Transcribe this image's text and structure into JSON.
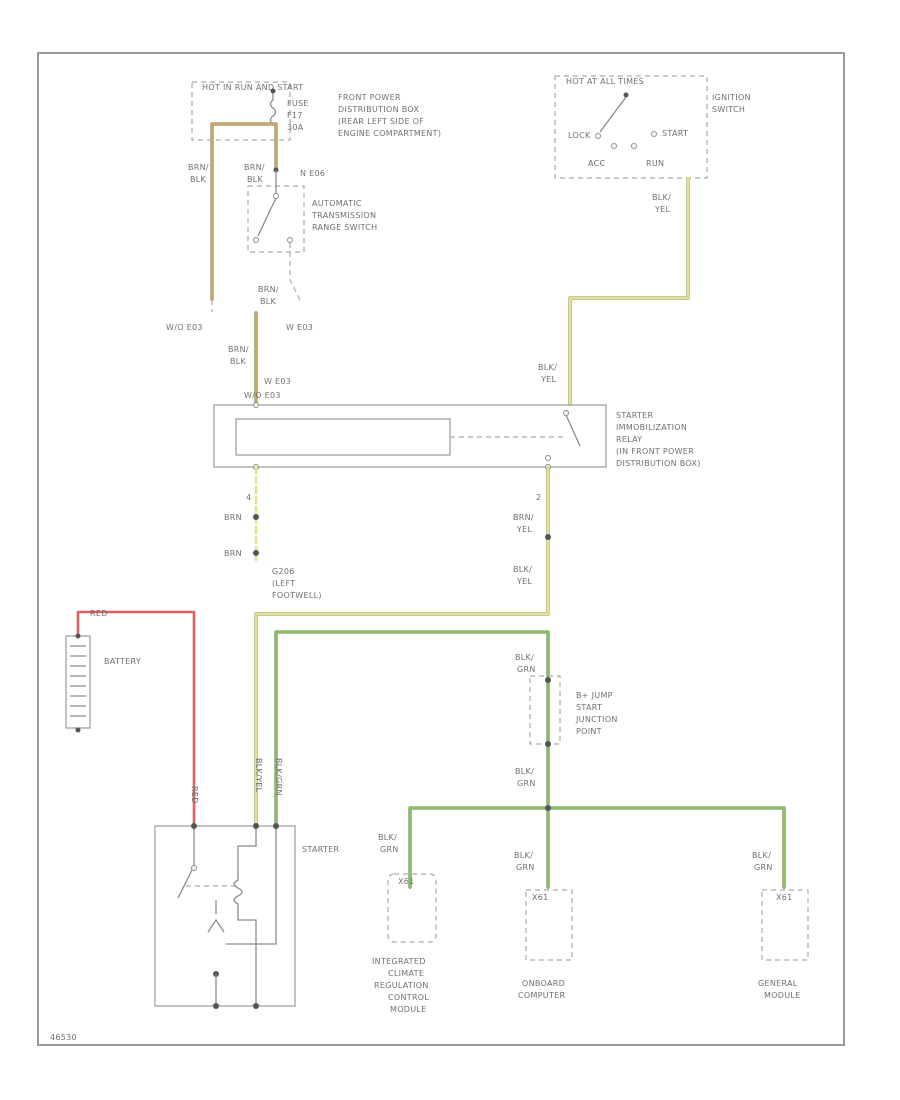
{
  "colors": {
    "brown": "#c9a862",
    "yellow": "#e6e487",
    "green": "#86c25a",
    "red": "#e06060",
    "line": "#9a9a9a"
  },
  "icons": [
    "switch-icon",
    "battery-icon",
    "ground-icon",
    "connector-icon",
    "splice-dot-icon"
  ],
  "hot_label": "HOT IN RUN AND START",
  "fuse": {
    "l1": "FUSE",
    "l2": "F17",
    "l3": "30A"
  },
  "front_power_dist": {
    "l1": "FRONT POWER",
    "l2": "DISTRIBUTION BOX",
    "l3": "(REAR LEFT SIDE OF",
    "l4": "ENGINE COMPARTMENT)"
  },
  "hot_at_all_times": "HOT AT ALL TIMES",
  "ignition_switch": {
    "l1": "IGNITION",
    "l2": "SWITCH",
    "lock": "LOCK",
    "acc": "ACC",
    "run": "RUN",
    "start": "START"
  },
  "ig_wire": {
    "color1": "BLK/",
    "color2": "YEL"
  },
  "brn_blk_left": {
    "c1": "BRN/",
    "c2": "BLK"
  },
  "brn_blk_mid": {
    "c1": "BRN/",
    "c2": "BLK"
  },
  "conn_n_e06": "N E06",
  "trans_switch": {
    "l1": "AUTOMATIC",
    "l2": "TRANSMISSION",
    "l3": "RANGE SWITCH"
  },
  "wire_brn_blk_3": {
    "c1": "BRN/",
    "c2": "BLK"
  },
  "conn_w_e03": "W/O E03",
  "conn_w_e03b": "W E03",
  "wire_brn_blk_4": {
    "c1": "BRN/",
    "c2": "BLK"
  },
  "conn_w_e03c": "W E03",
  "conn_wo_e03": "W/O E03",
  "blk_yel_relay": {
    "c1": "BLK/",
    "c2": "YEL"
  },
  "relay": {
    "l1": "STARTER",
    "l2": "IMMOBILIZATION",
    "l3": "RELAY",
    "l4": "(IN FRONT POWER",
    "l5": "DISTRIBUTION BOX)"
  },
  "pin_4": "4",
  "pin_2": "2",
  "brn_label": "BRN",
  "brn_label2": "BRN",
  "brn_yel": {
    "c1": "BRN/",
    "c2": "YEL"
  },
  "ground_g206": {
    "l1": "G206",
    "l2": "(LEFT",
    "l3": "FOOTWELL)"
  },
  "blk_yel_lower": {
    "c1": "BLK/",
    "c2": "YEL"
  },
  "battery": {
    "label": "BATTERY",
    "wire_top": "RED",
    "wire_bottom": "RED"
  },
  "starter_wires": {
    "w1": "BLK/YEL",
    "w2": "BLK/GRN"
  },
  "blk_grn_upper": {
    "c1": "BLK/",
    "c2": "GRN"
  },
  "jump_start": {
    "l1": "B+ JUMP",
    "l2": "START",
    "l3": "JUNCTION",
    "l4": "POINT"
  },
  "blk_grn_mid": {
    "c1": "BLK/",
    "c2": "GRN"
  },
  "starter_label": "STARTER",
  "blk_grn_icrcm": {
    "c1": "BLK/",
    "c2": "GRN"
  },
  "blk_grn_obc": {
    "c1": "BLK/",
    "c2": "GRN"
  },
  "blk_grn_gm": {
    "c1": "BLK/",
    "c2": "GRN"
  },
  "pin_x1a": "X61",
  "pin_x1b": "X61",
  "pin_x1c": "X61",
  "icrcm": {
    "l1": "INTEGRATED",
    "l2": "CLIMATE",
    "l3": "REGULATION",
    "l4": "CONTROL",
    "l5": "MODULE"
  },
  "obc": {
    "l1": "ONBOARD",
    "l2": "COMPUTER"
  },
  "gm": {
    "l1": "GENERAL",
    "l2": "MODULE"
  },
  "figure_id": "46530"
}
